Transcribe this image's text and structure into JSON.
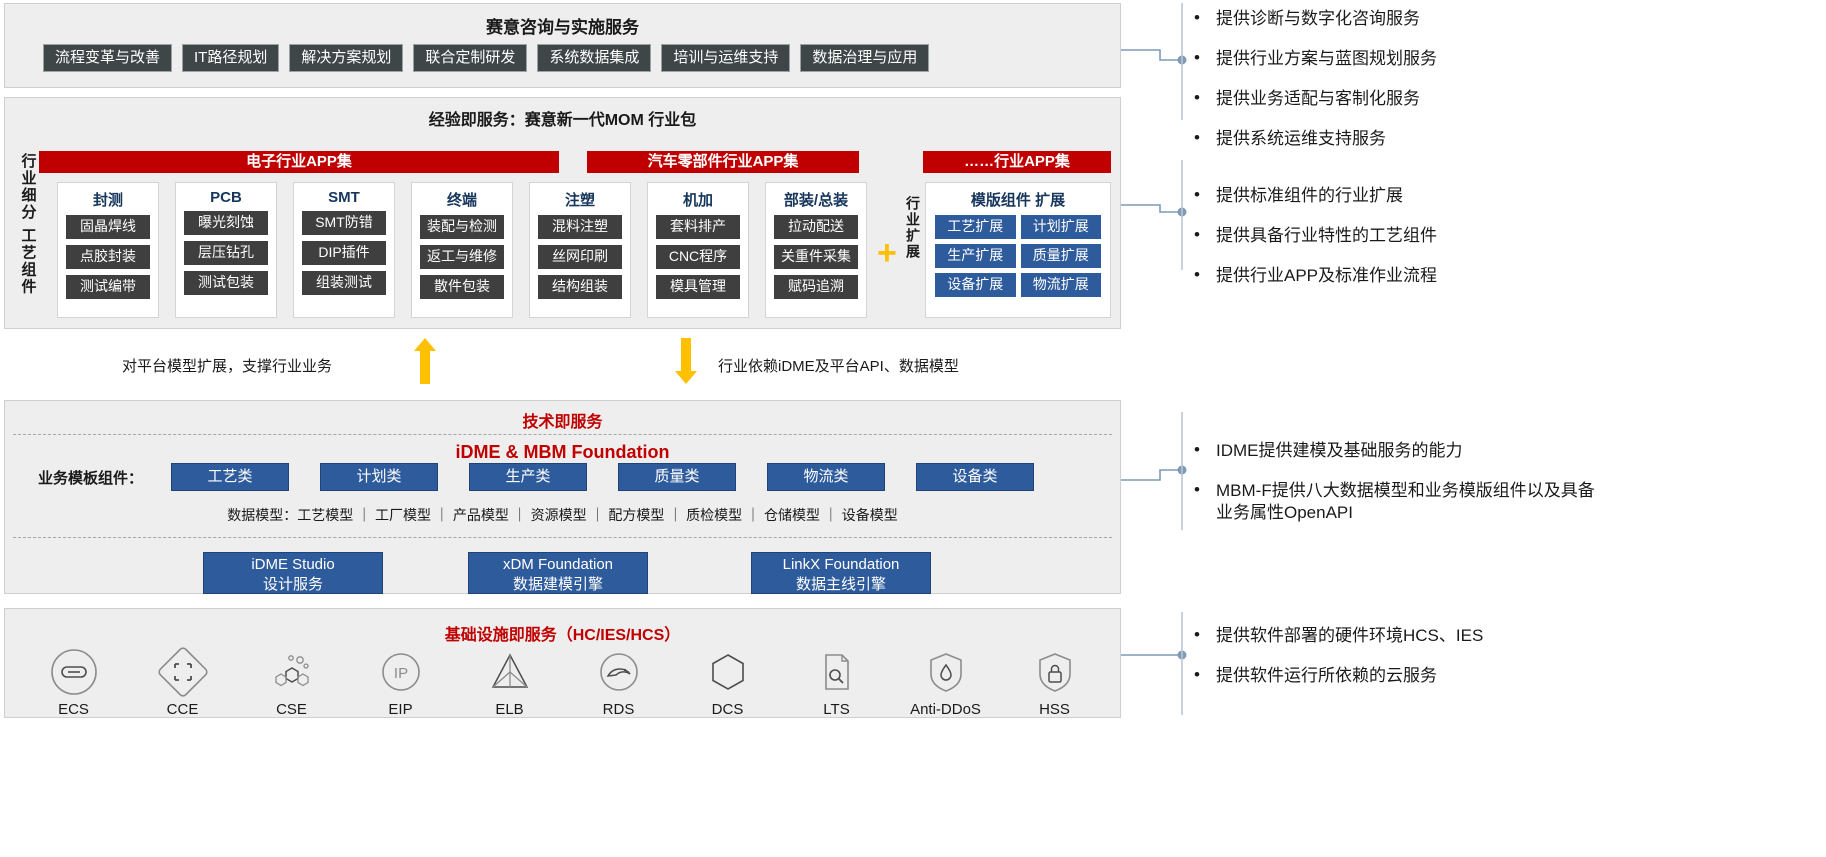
{
  "consulting": {
    "title": "赛意咨询与实施服务",
    "items": [
      "流程变革与改善",
      "IT路径规划",
      "解决方案规划",
      "联合定制研发",
      "系统数据集成",
      "培训与运维支持",
      "数据治理与应用"
    ]
  },
  "mom": {
    "title": "经验即服务：赛意新一代MOM 行业包",
    "vertical_label": "行业细分 工艺组件",
    "bands": [
      "电子行业APP集",
      "汽车零部件行业APP集",
      "……行业APP集"
    ],
    "columns": [
      {
        "head": "封测",
        "items": [
          "固晶焊线",
          "点胶封装",
          "测试编带"
        ]
      },
      {
        "head": "PCB",
        "items": [
          "曝光刻蚀",
          "层压钻孔",
          "测试包装"
        ]
      },
      {
        "head": "SMT",
        "items": [
          "SMT防错",
          "DIP插件",
          "组装测试"
        ]
      },
      {
        "head": "终端",
        "items": [
          "装配与检测",
          "返工与维修",
          "散件包装"
        ]
      },
      {
        "head": "注塑",
        "items": [
          "混料注塑",
          "丝网印刷",
          "结构组装"
        ]
      },
      {
        "head": "机加",
        "items": [
          "套料排产",
          "CNC程序",
          "模具管理"
        ]
      },
      {
        "head": "部装/总装",
        "items": [
          "拉动配送",
          "关重件采集",
          "赋码追溯"
        ]
      }
    ],
    "plus": "+",
    "industry_ext_label": "行业扩展",
    "template": {
      "head": "模版组件 扩展",
      "items": [
        "工艺扩展",
        "计划扩展",
        "生产扩展",
        "质量扩展",
        "设备扩展",
        "物流扩展"
      ]
    }
  },
  "arrows": {
    "up_text": "对平台模型扩展，支撑行业业务",
    "down_text": "行业依赖iDME及平台API、数据模型"
  },
  "tech": {
    "title": "技术即服务",
    "subtitle": "iDME & MBM Foundation",
    "biz_label": "业务模板组件：",
    "pills": [
      "工艺类",
      "计划类",
      "生产类",
      "质量类",
      "物流类",
      "设备类"
    ],
    "data_model_line": "数据模型：工艺模型 ｜ 工厂模型 ｜ 产品模型 ｜ 资源模型 ｜ 配方模型 ｜ 质检模型 ｜ 仓储模型 ｜ 设备模型",
    "foundations": [
      {
        "line1": "iDME Studio",
        "line2": "设计服务"
      },
      {
        "line1": "xDM Foundation",
        "line2": "数据建模引擎"
      },
      {
        "line1": "LinkX Foundation",
        "line2": "数据主线引擎"
      }
    ]
  },
  "infra": {
    "title": "基础设施即服务（HC/IES/HCS）",
    "services": [
      {
        "label": "ECS",
        "icon": "ecs-icon"
      },
      {
        "label": "CCE",
        "icon": "cce-icon"
      },
      {
        "label": "CSE",
        "icon": "cse-icon"
      },
      {
        "label": "EIP",
        "icon": "eip-icon"
      },
      {
        "label": "ELB",
        "icon": "elb-icon"
      },
      {
        "label": "RDS",
        "icon": "rds-icon"
      },
      {
        "label": "DCS",
        "icon": "dcs-icon"
      },
      {
        "label": "LTS",
        "icon": "lts-icon"
      },
      {
        "label": "Anti-DDoS",
        "icon": "antiddos-icon"
      },
      {
        "label": "HSS",
        "icon": "hss-icon"
      }
    ]
  },
  "callouts": [
    {
      "items": [
        "提供诊断与数字化咨询服务",
        "提供行业方案与蓝图规划服务",
        "提供业务适配与客制化服务",
        "提供系统运维支持服务"
      ]
    },
    {
      "items": [
        "提供标准组件的行业扩展",
        "提供具备行业特性的工艺组件",
        "提供行业APP及标准作业流程"
      ]
    },
    {
      "items": [
        "IDME提供建模及基础服务的能力",
        "MBM-F提供八大数据模型和业务模版组件以及具备业务属性OpenAPI"
      ]
    },
    {
      "items": [
        "提供软件部署的硬件环境HCS、IES",
        "提供软件运行所依赖的云服务"
      ]
    }
  ],
  "colors": {
    "red": "#c00000",
    "blue": "#2e5b9c",
    "grey_chip": "#3f4648",
    "dark_chip": "#3f3f3f",
    "yellow": "#ffc000",
    "panel_bg": "#eeeeee",
    "connector": "#7f9ab5"
  }
}
